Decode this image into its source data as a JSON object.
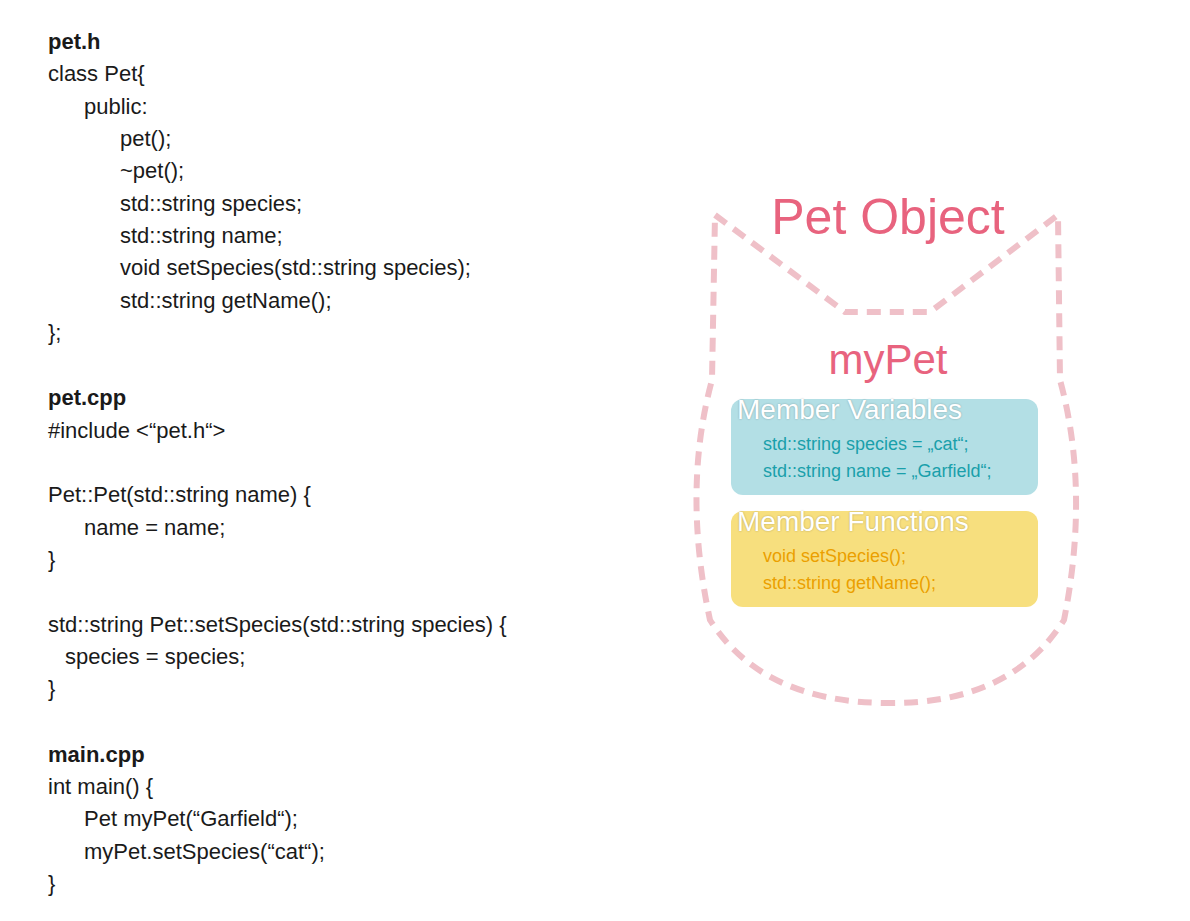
{
  "diagram": {
    "nodes": [
      {
        "text": [
          "Pet Object",
          "myPet"
        ]
      },
      {
        "text": [
          "Member Variables",
          "std::string species = „cat“;",
          "std::string name = „Garfield“;"
        ],
        "in": 0
      },
      {
        "text": [
          "Member Functions",
          "void setSpecies();",
          "std::string getName();"
        ],
        "in": 0
      }
    ],
    "labels": [
      "pet.h",
      "class Pet{",
      "public:",
      "pet();",
      "~pet();",
      "std::string species;",
      "std::string name;",
      "void setSpecies(std::string species);",
      "std::string getName();",
      "};",
      "pet.cpp",
      "#include <“pet.h“>",
      "Pet::Pet(std::string name) {",
      "name = name;",
      "}",
      "std::string Pet::setSpecies(std::string species) {",
      "species = species;",
      "}",
      "main.cpp",
      "int main() {",
      "Pet myPet(“Garfield“);",
      "myPet.setSpecies(“cat“);",
      "}"
    ]
  }
}
